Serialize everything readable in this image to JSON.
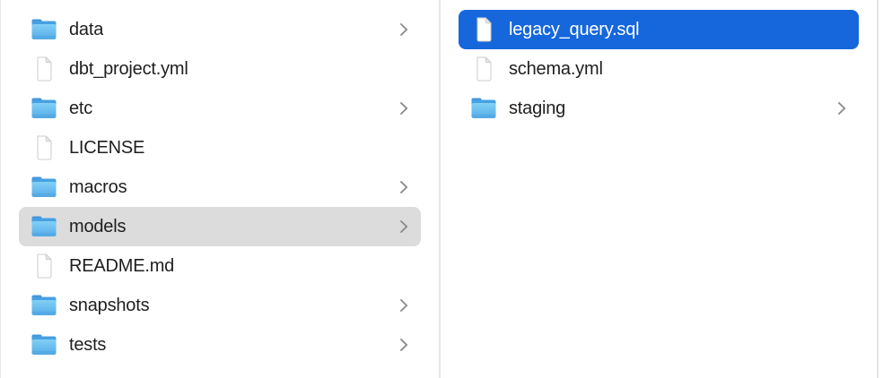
{
  "window": {
    "app": "Finder",
    "view": "column-view"
  },
  "colors": {
    "selection_active_blue": "#1667dc",
    "selection_inactive_gray": "#dcdcdc",
    "divider_gray": "#e6e6e6",
    "text_primary": "#1e1e1e",
    "text_on_selection": "#ffffff",
    "chevron_gray": "#8a8a8a",
    "folder_blue_top": "#4aa1e3",
    "folder_blue_body": "#6fc2f0"
  },
  "columns": [
    {
      "name": "parent-directory",
      "items": [
        {
          "label": "data",
          "type": "folder",
          "icon": "folder-icon",
          "chevron": true,
          "selected": false
        },
        {
          "label": "dbt_project.yml",
          "type": "file",
          "icon": "document-icon",
          "chevron": false,
          "selected": false
        },
        {
          "label": "etc",
          "type": "folder",
          "icon": "folder-icon",
          "chevron": true,
          "selected": false
        },
        {
          "label": "LICENSE",
          "type": "file",
          "icon": "document-icon",
          "chevron": false,
          "selected": false
        },
        {
          "label": "macros",
          "type": "folder",
          "icon": "folder-icon",
          "chevron": true,
          "selected": false
        },
        {
          "label": "models",
          "type": "folder",
          "icon": "folder-icon",
          "chevron": true,
          "selected": true,
          "selection_style": "inactive-gray"
        },
        {
          "label": "README.md",
          "type": "file",
          "icon": "document-icon",
          "chevron": false,
          "selected": false
        },
        {
          "label": "snapshots",
          "type": "folder",
          "icon": "folder-icon",
          "chevron": true,
          "selected": false
        },
        {
          "label": "tests",
          "type": "folder",
          "icon": "folder-icon",
          "chevron": true,
          "selected": false
        }
      ]
    },
    {
      "name": "models-directory",
      "items": [
        {
          "label": "legacy_query.sql",
          "type": "file",
          "icon": "document-icon",
          "chevron": false,
          "selected": true,
          "selection_style": "active-blue"
        },
        {
          "label": "schema.yml",
          "type": "file",
          "icon": "document-icon",
          "chevron": false,
          "selected": false
        },
        {
          "label": "staging",
          "type": "folder",
          "icon": "folder-icon",
          "chevron": true,
          "selected": false
        }
      ]
    }
  ]
}
